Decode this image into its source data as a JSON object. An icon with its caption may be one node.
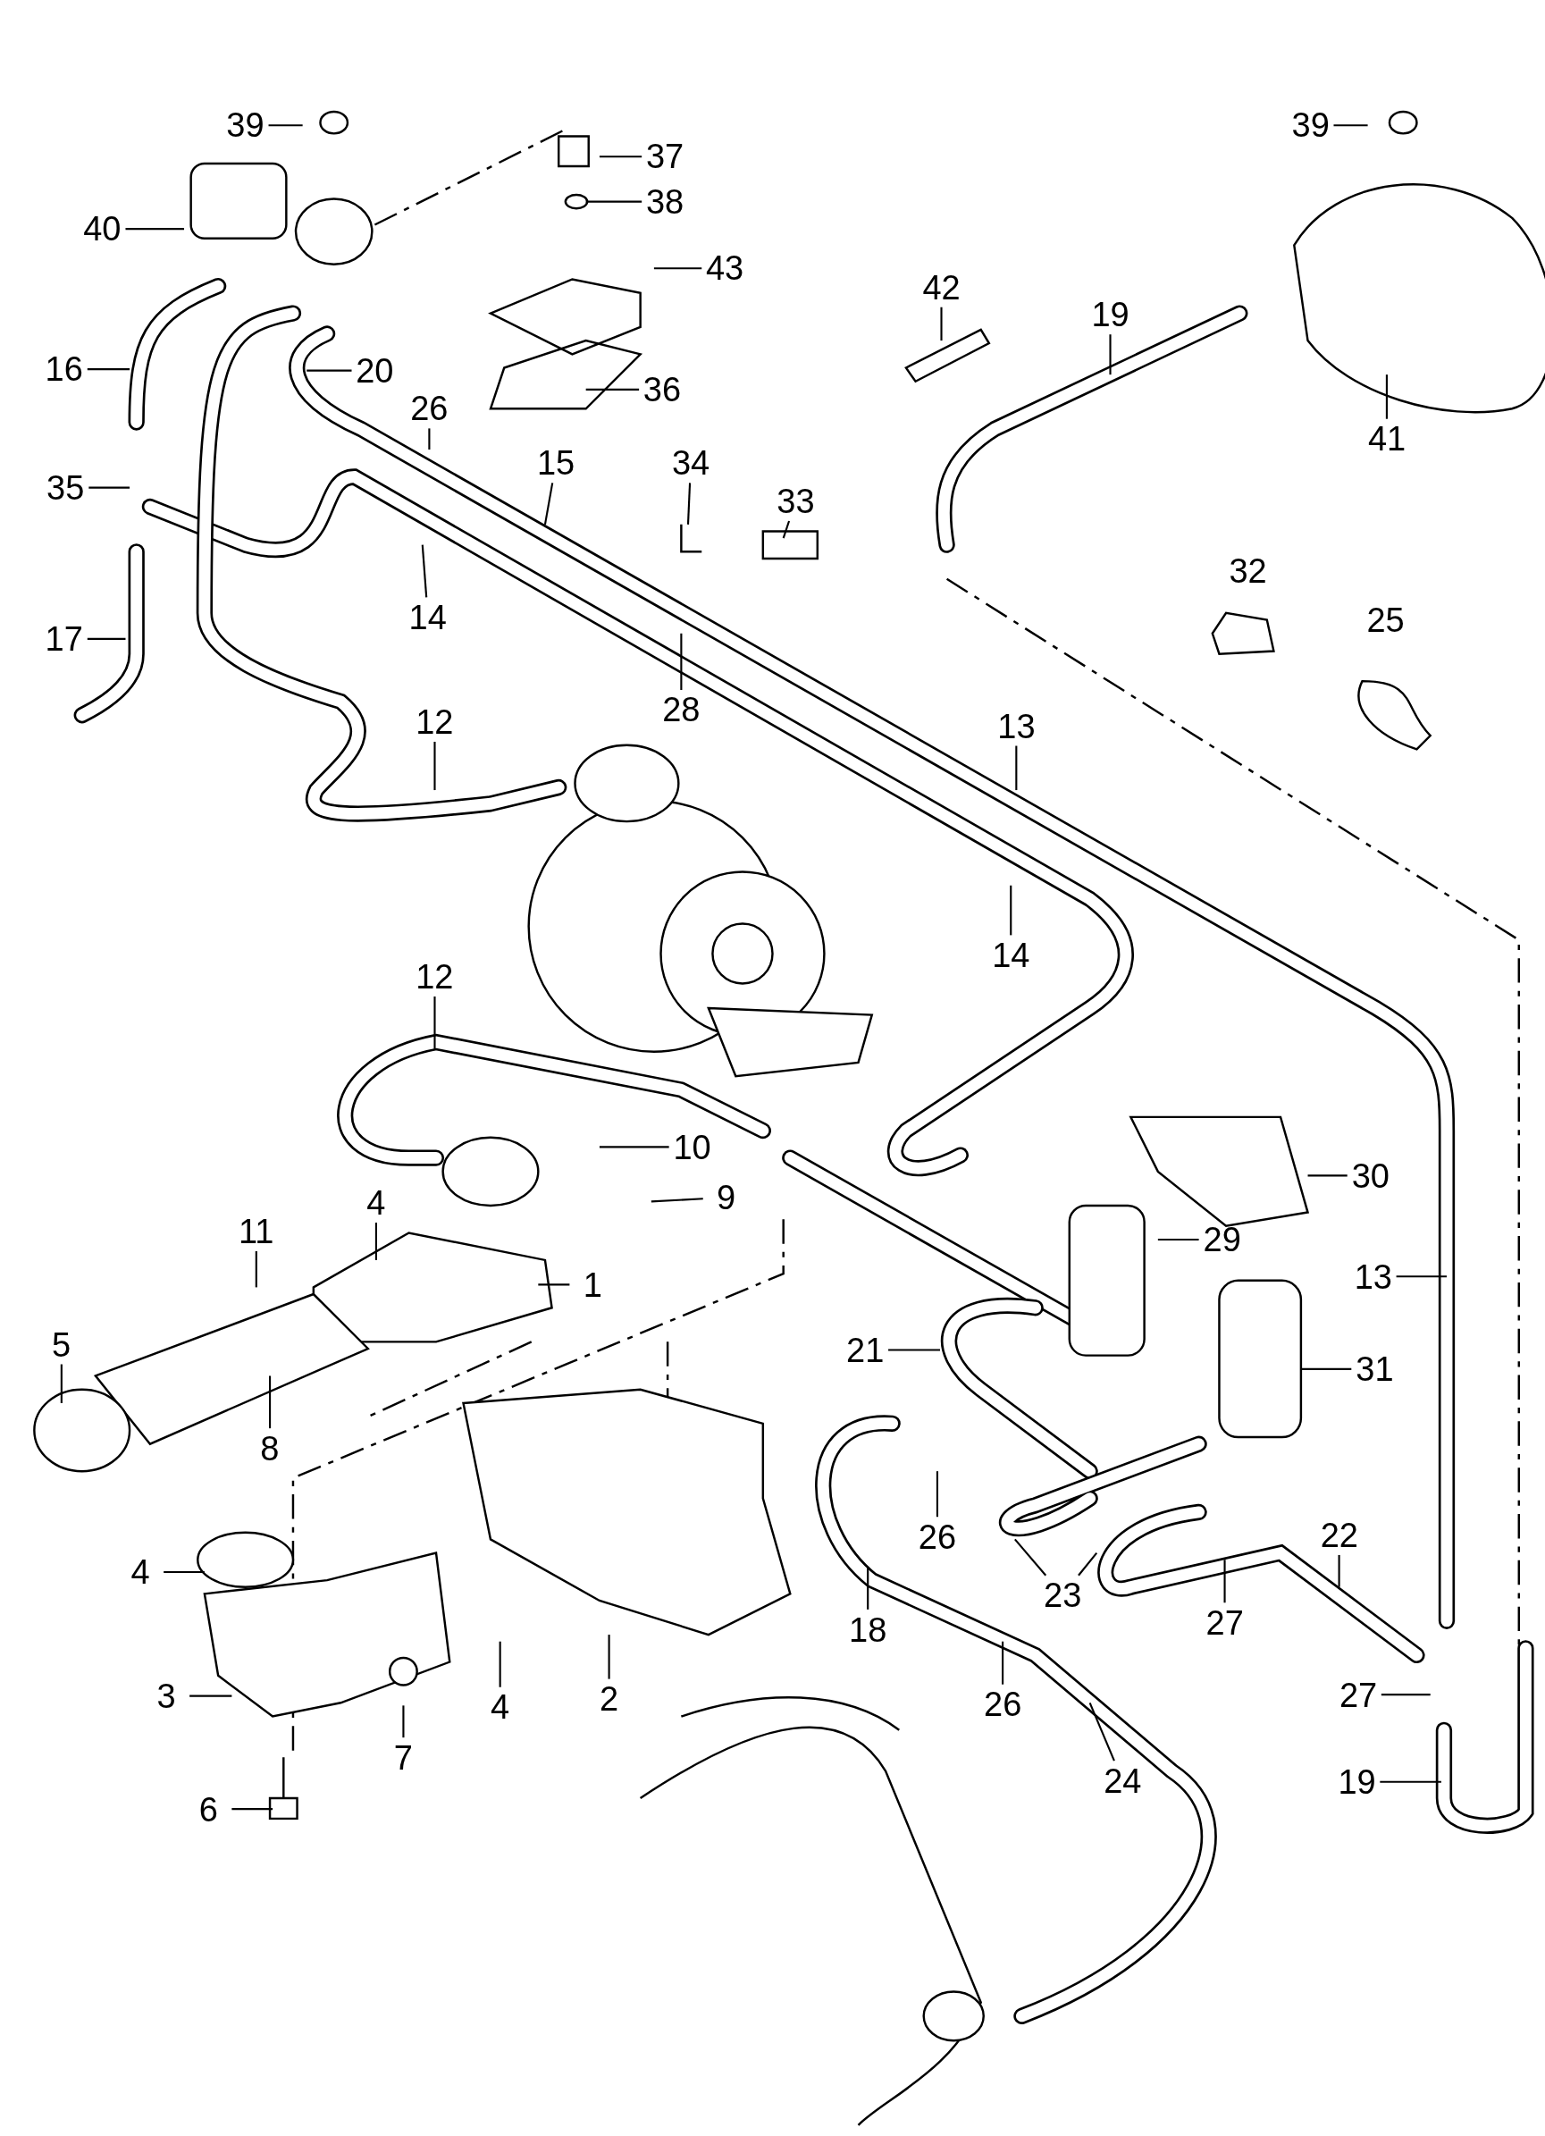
{
  "diagram": {
    "nodes": [
      {
        "text": [
          "39"
        ]
      },
      {
        "text": [
          "37"
        ]
      },
      {
        "text": [
          "38"
        ]
      },
      {
        "text": [
          "43"
        ]
      },
      {
        "text": [
          "40"
        ]
      },
      {
        "text": [
          "16"
        ]
      },
      {
        "text": [
          "20"
        ]
      },
      {
        "text": [
          "26"
        ]
      },
      {
        "text": [
          "36"
        ]
      },
      {
        "text": [
          "15"
        ]
      },
      {
        "text": [
          "34"
        ]
      },
      {
        "text": [
          "33"
        ]
      },
      {
        "text": [
          "35"
        ]
      },
      {
        "text": [
          "14"
        ]
      },
      {
        "text": [
          "17"
        ]
      },
      {
        "text": [
          "28"
        ]
      },
      {
        "text": [
          "12"
        ]
      },
      {
        "text": [
          "13"
        ]
      },
      {
        "text": [
          "14"
        ]
      },
      {
        "text": [
          "12"
        ]
      },
      {
        "text": [
          "10"
        ]
      },
      {
        "text": [
          "9"
        ]
      },
      {
        "text": [
          "30"
        ]
      },
      {
        "text": [
          "29"
        ]
      },
      {
        "text": [
          "11"
        ]
      },
      {
        "text": [
          "4"
        ]
      },
      {
        "text": [
          "1"
        ]
      },
      {
        "text": [
          "13"
        ]
      },
      {
        "text": [
          "5"
        ]
      },
      {
        "text": [
          "21"
        ]
      },
      {
        "text": [
          "31"
        ]
      },
      {
        "text": [
          "8"
        ]
      },
      {
        "text": [
          "26"
        ]
      },
      {
        "text": [
          "22"
        ]
      },
      {
        "text": [
          "4"
        ]
      },
      {
        "text": [
          "23"
        ]
      },
      {
        "text": [
          "18"
        ]
      },
      {
        "text": [
          "27"
        ]
      },
      {
        "text": [
          "3"
        ]
      },
      {
        "text": [
          "27"
        ]
      },
      {
        "text": [
          "2"
        ]
      },
      {
        "text": [
          "4"
        ]
      },
      {
        "text": [
          "26"
        ]
      },
      {
        "text": [
          "7"
        ]
      },
      {
        "text": [
          "24"
        ]
      },
      {
        "text": [
          "19"
        ]
      },
      {
        "text": [
          "6"
        ]
      },
      {
        "text": [
          "39"
        ]
      },
      {
        "text": [
          "42"
        ]
      },
      {
        "text": [
          "19"
        ]
      },
      {
        "text": [
          "41"
        ]
      }
    ],
    "edges": [
      {
        "from": 0,
        "to": null,
        "arrow": "none"
      },
      {
        "from": 1,
        "to": null,
        "arrow": "none"
      },
      {
        "from": 2,
        "to": null,
        "arrow": "none"
      },
      {
        "from": 3,
        "to": null,
        "arrow": "none"
      },
      {
        "from": 4,
        "to": null,
        "arrow": "none"
      },
      {
        "from": 5,
        "to": null,
        "arrow": "none"
      },
      {
        "from": 6,
        "to": null,
        "arrow": "none"
      },
      {
        "from": 7,
        "to": null,
        "arrow": "none"
      },
      {
        "from": 8,
        "to": null,
        "arrow": "none"
      },
      {
        "from": 9,
        "to": null,
        "arrow": "none"
      },
      {
        "from": 10,
        "to": null,
        "arrow": "none"
      },
      {
        "from": 11,
        "to": null,
        "arrow": "none"
      },
      {
        "from": 12,
        "to": null,
        "arrow": "none"
      },
      {
        "from": 13,
        "to": null,
        "arrow": "none"
      },
      {
        "from": 14,
        "to": null,
        "arrow": "none"
      },
      {
        "from": 15,
        "to": null,
        "arrow": "none"
      },
      {
        "from": 16,
        "to": null,
        "arrow": "none"
      },
      {
        "from": 17,
        "to": null,
        "arrow": "none"
      },
      {
        "from": 18,
        "to": null,
        "arrow": "none"
      },
      {
        "from": 19,
        "to": null,
        "arrow": "none"
      },
      {
        "from": 20,
        "to": null,
        "arrow": "none"
      },
      {
        "from": 21,
        "to": null,
        "arrow": "none"
      },
      {
        "from": 22,
        "to": null,
        "arrow": "none"
      },
      {
        "from": 23,
        "to": null,
        "arrow": "none"
      },
      {
        "from": 24,
        "to": null,
        "arrow": "none"
      },
      {
        "from": 25,
        "to": null,
        "arrow": "none"
      },
      {
        "from": 26,
        "to": null,
        "arrow": "none"
      },
      {
        "from": 27,
        "to": null,
        "arrow": "none"
      },
      {
        "from": 28,
        "to": null,
        "arrow": "none"
      },
      {
        "from": 29,
        "to": null,
        "arrow": "none"
      },
      {
        "from": 30,
        "to": null,
        "arrow": "none"
      },
      {
        "from": 31,
        "to": null,
        "arrow": "none"
      },
      {
        "from": 32,
        "to": null,
        "arrow": "none"
      },
      {
        "from": 33,
        "to": null,
        "arrow": "none"
      },
      {
        "from": 34,
        "to": null,
        "arrow": "none"
      },
      {
        "from": 35,
        "to": null,
        "arrow": "none"
      },
      {
        "from": 35,
        "to": null,
        "arrow": "none"
      },
      {
        "from": 36,
        "to": null,
        "arrow": "none"
      },
      {
        "from": 37,
        "to": null,
        "arrow": "none"
      },
      {
        "from": 38,
        "to": null,
        "arrow": "none"
      },
      {
        "from": 39,
        "to": null,
        "arrow": "none"
      },
      {
        "from": 40,
        "to": null,
        "arrow": "none"
      },
      {
        "from": 41,
        "to": null,
        "arrow": "none"
      },
      {
        "from": 42,
        "to": null,
        "arrow": "none"
      },
      {
        "from": 43,
        "to": null,
        "arrow": "none"
      },
      {
        "from": 44,
        "to": null,
        "arrow": "none"
      },
      {
        "from": 45,
        "to": null,
        "arrow": "none"
      },
      {
        "from": 46,
        "to": null,
        "arrow": "none"
      },
      {
        "from": 47,
        "to": null,
        "arrow": "none"
      },
      {
        "from": 48,
        "to": null,
        "arrow": "none"
      },
      {
        "from": 49,
        "to": null,
        "arrow": "none"
      },
      {
        "from": 50,
        "to": null,
        "arrow": "none"
      }
    ],
    "labels": [
      "32",
      "25"
    ]
  }
}
